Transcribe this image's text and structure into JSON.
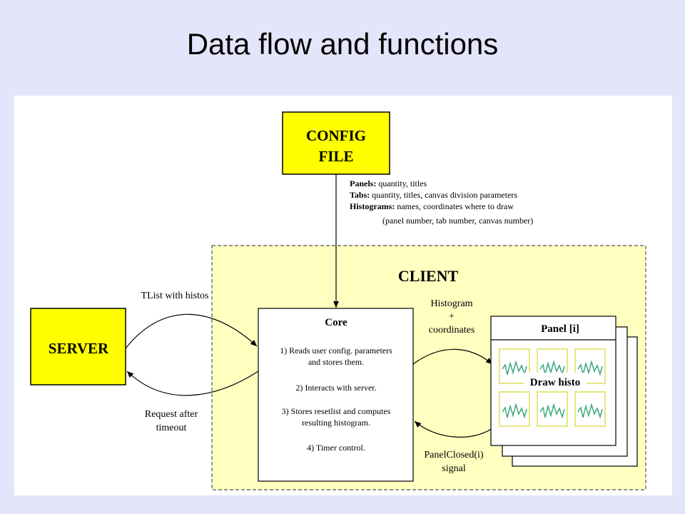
{
  "slide": {
    "title": "Data flow and functions"
  },
  "config_file": {
    "line1": "CONFIG",
    "line2": "FILE"
  },
  "config_info": [
    {
      "bold": "Panels:",
      "text": " quantity, titles"
    },
    {
      "bold": "Tabs:",
      "text": " quantity, titles, canvas division parameters"
    },
    {
      "bold": "Histograms:",
      "text": " names, coordinates where to draw"
    },
    {
      "bold": "",
      "text": "(panel number, tab number, canvas number)"
    }
  ],
  "client": {
    "label": "CLIENT"
  },
  "server": {
    "label": "SERVER"
  },
  "core": {
    "title": "Core",
    "items": [
      "1) Reads user config. parameters",
      "and stores them.",
      "2) Interacts with server.",
      "3) Stores resetlist and computes",
      "resulting histogram.",
      "4) Timer control."
    ]
  },
  "panel": {
    "title": "Panel [i]",
    "draw_label": "Draw histo"
  },
  "arrows": {
    "tlist": "TList with histos",
    "request_1": "Request after",
    "request_2": "timeout",
    "histogram_1": "Histogram",
    "histogram_2": "+",
    "histogram_3": "coordinates",
    "panelclosed_1": "PanelClosed(i)",
    "panelclosed_2": "signal"
  },
  "colors": {
    "background": "#e4e4fa",
    "canvas": "#ffffff",
    "yellow_box": "#ffff00",
    "client_fill": "#ffffc0",
    "histo_line": "#3aa87a"
  }
}
